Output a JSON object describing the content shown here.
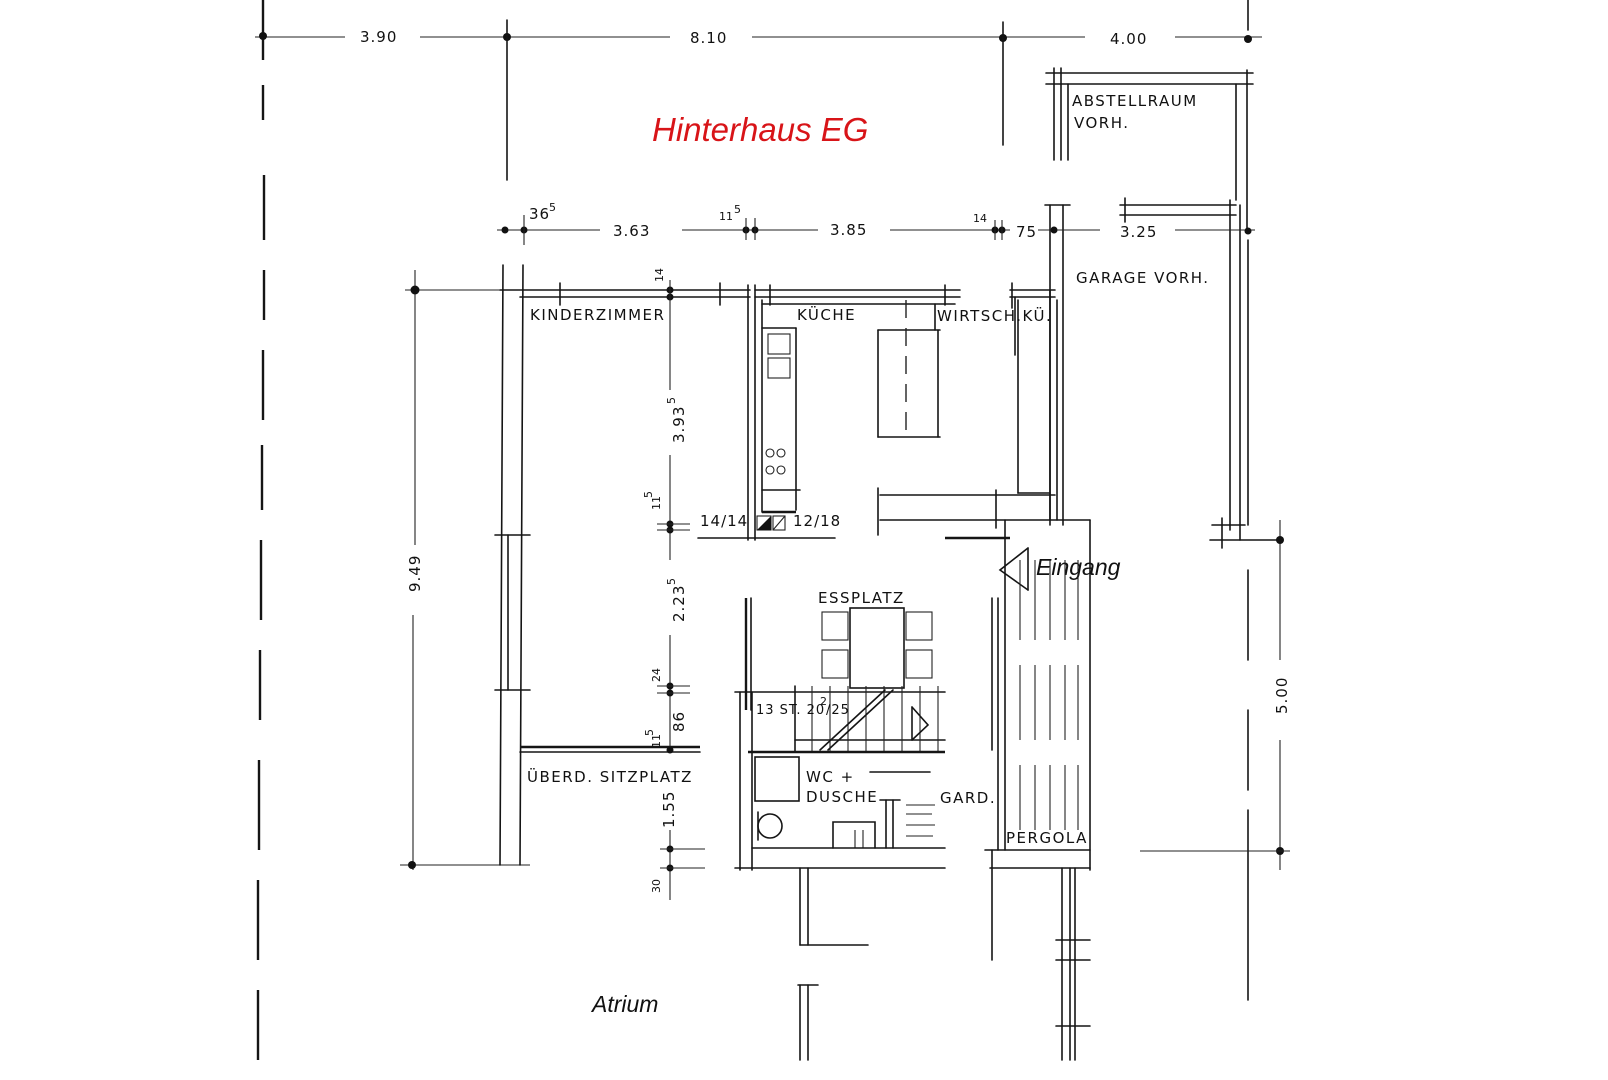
{
  "title": "Hinterhaus EG",
  "annotations": {
    "entrance": "Eingang",
    "atrium": "Atrium"
  },
  "rooms": {
    "abstellraum_line1": "ABSTELLRAUM",
    "abstellraum_line2": "VORH.",
    "garage": "GARAGE VORH.",
    "kinderzimmer": "KINDERZIMMER",
    "kueche": "KÜCHE",
    "wirtsch": "WIRTSCH.KÜ.",
    "essplatz": "ESSPLATZ",
    "sitzplatz": "ÜBERD. SITZPLATZ",
    "wc_line1": "WC +",
    "wc_line2": "DUSCHE",
    "gard": "GARD.",
    "pergola": "PERGOLA"
  },
  "dimensions": {
    "top_row": [
      "3.90",
      "8.10",
      "4.00"
    ],
    "second_row": {
      "a": "36",
      "a_sup": "5",
      "b": "3.63",
      "c": "11",
      "c_sup": "5",
      "d": "3.85",
      "e": "14",
      "f": "75",
      "g": "3.25"
    },
    "left_total": "9.49",
    "vertical_chain": {
      "v14": "14",
      "v393": "3.93",
      "v393_sup": "5",
      "v115a": "11",
      "v115a_sup": "5",
      "v2235": "2.23",
      "v2235_sup": "5",
      "v24": "24",
      "v86": "86",
      "v115b": "11",
      "v115b_sup": "5",
      "v155": "1.55",
      "v30": "30"
    },
    "right_garage": "5.00",
    "chimney_left": "14/14",
    "chimney_right": "12/18",
    "stairs": "13 ST. 20",
    "stairs_sup": "2",
    "stairs_tail": "/25"
  }
}
